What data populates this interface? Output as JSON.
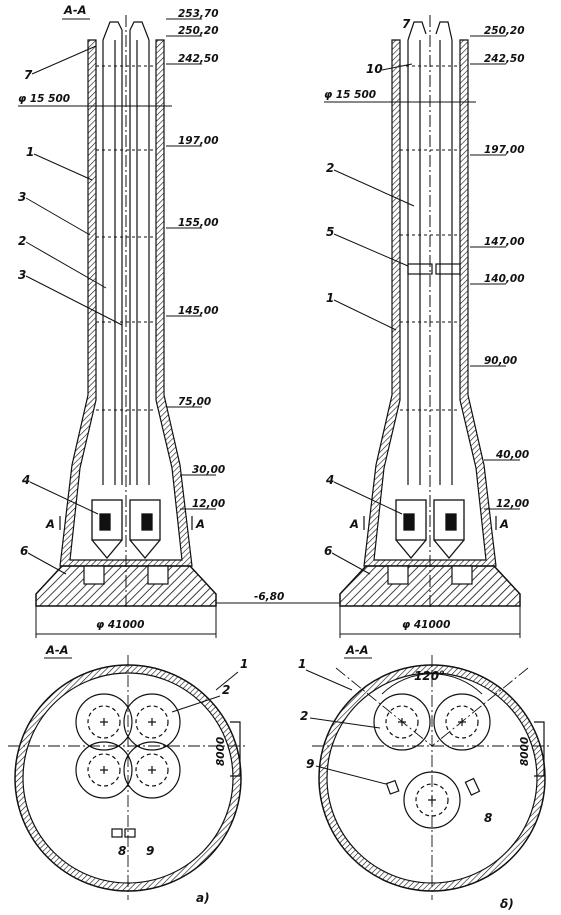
{
  "left": {
    "section_mark": "A-A",
    "elevations": [
      "253,70",
      "250,20",
      "242,50",
      "197,00",
      "155,00",
      "145,00",
      "75,00",
      "30,00",
      "12,00"
    ],
    "diameter_top": "φ 15 500",
    "diameter_base": "φ 41000",
    "callouts": [
      "7",
      "1",
      "3",
      "2",
      "3",
      "4",
      "6"
    ],
    "cut_marks": [
      "A",
      "A"
    ],
    "section_title": "A-A",
    "section_callouts": [
      "1",
      "2",
      "8",
      "9"
    ],
    "dimension": "8000",
    "caption": "a)"
  },
  "center": {
    "ground_elevation": "-6,80"
  },
  "right": {
    "elevations": [
      "250,20",
      "242,50",
      "197,00",
      "147,00",
      "140,00",
      "90,00",
      "40,00",
      "12,00"
    ],
    "diameter_top": "φ 15 500",
    "diameter_base": "φ 41000",
    "callouts": [
      "7",
      "10",
      "2",
      "5",
      "1",
      "4",
      "6"
    ],
    "cut_marks": [
      "A",
      "A"
    ],
    "section_title": "A-A",
    "section_callouts": [
      "1",
      "2",
      "9",
      "8"
    ],
    "angle": "120°",
    "dimension": "8000",
    "caption": "δ)"
  }
}
